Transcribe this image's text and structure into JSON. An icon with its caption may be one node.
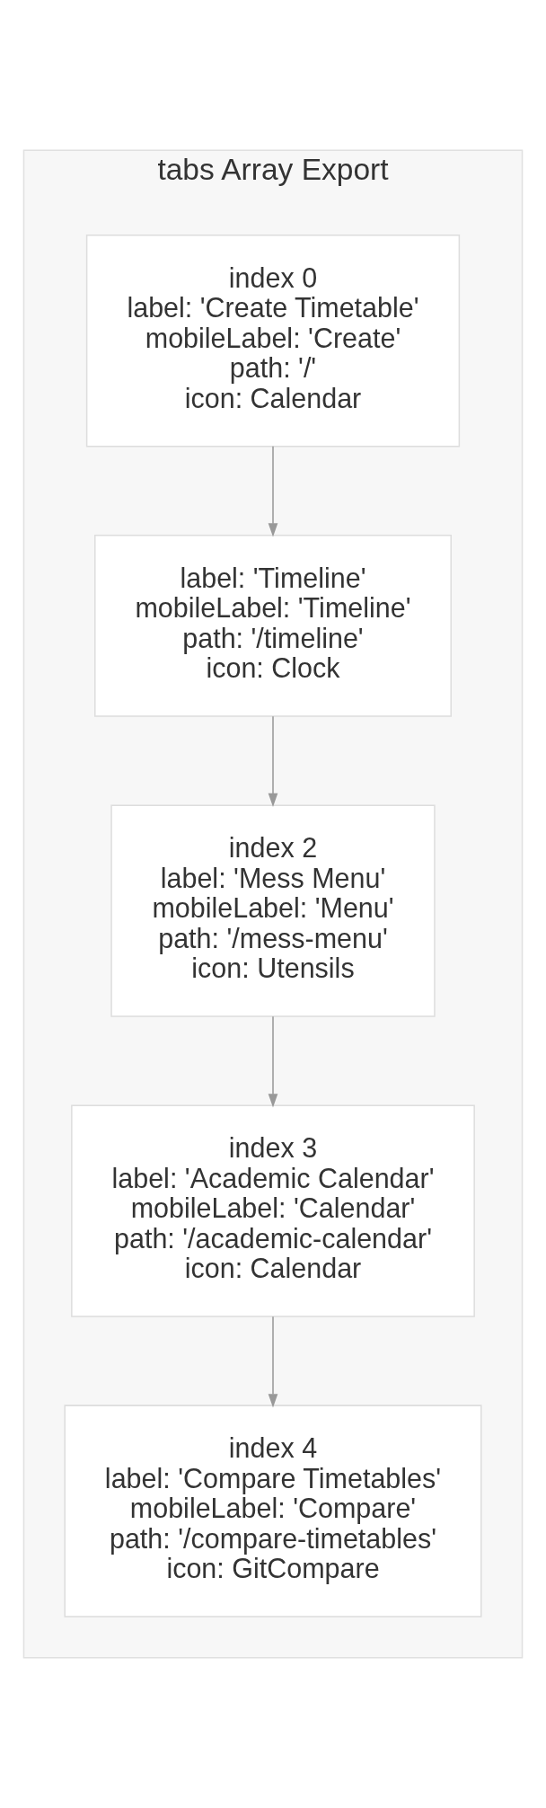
{
  "diagram": {
    "nodes": [
      {
        "text": [
          "tabs Array Export"
        ]
      },
      {
        "text": [
          "index 0",
          "label: 'Create Timetable'",
          "mobileLabel: 'Create'",
          "path: '/'",
          "icon: Calendar"
        ],
        "in": 0
      },
      {
        "text": [
          "label: 'Timeline'",
          "mobileLabel: 'Timeline'",
          "path: '/timeline'",
          "icon: Clock"
        ],
        "in": 0
      },
      {
        "text": [
          "index 2",
          "label: 'Mess Menu'",
          "mobileLabel: 'Menu'",
          "path: '/mess-menu'",
          "icon: Utensils"
        ],
        "in": 0
      },
      {
        "text": [
          "index 3",
          "label: 'Academic Calendar'",
          "mobileLabel: 'Calendar'",
          "path: '/academic-calendar'",
          "icon: Calendar"
        ],
        "in": 0
      },
      {
        "text": [
          "index 4",
          "label: 'Compare Timetables'",
          "mobileLabel: 'Compare'",
          "path: '/compare-timetables'",
          "icon: GitCompare"
        ],
        "in": 0
      }
    ],
    "edges": [
      {
        "from": 1,
        "to": 2,
        "arrow": "to"
      },
      {
        "from": 2,
        "to": 3,
        "arrow": "to"
      },
      {
        "from": 3,
        "to": 4,
        "arrow": "to"
      },
      {
        "from": 4,
        "to": 5,
        "arrow": "to"
      }
    ]
  }
}
